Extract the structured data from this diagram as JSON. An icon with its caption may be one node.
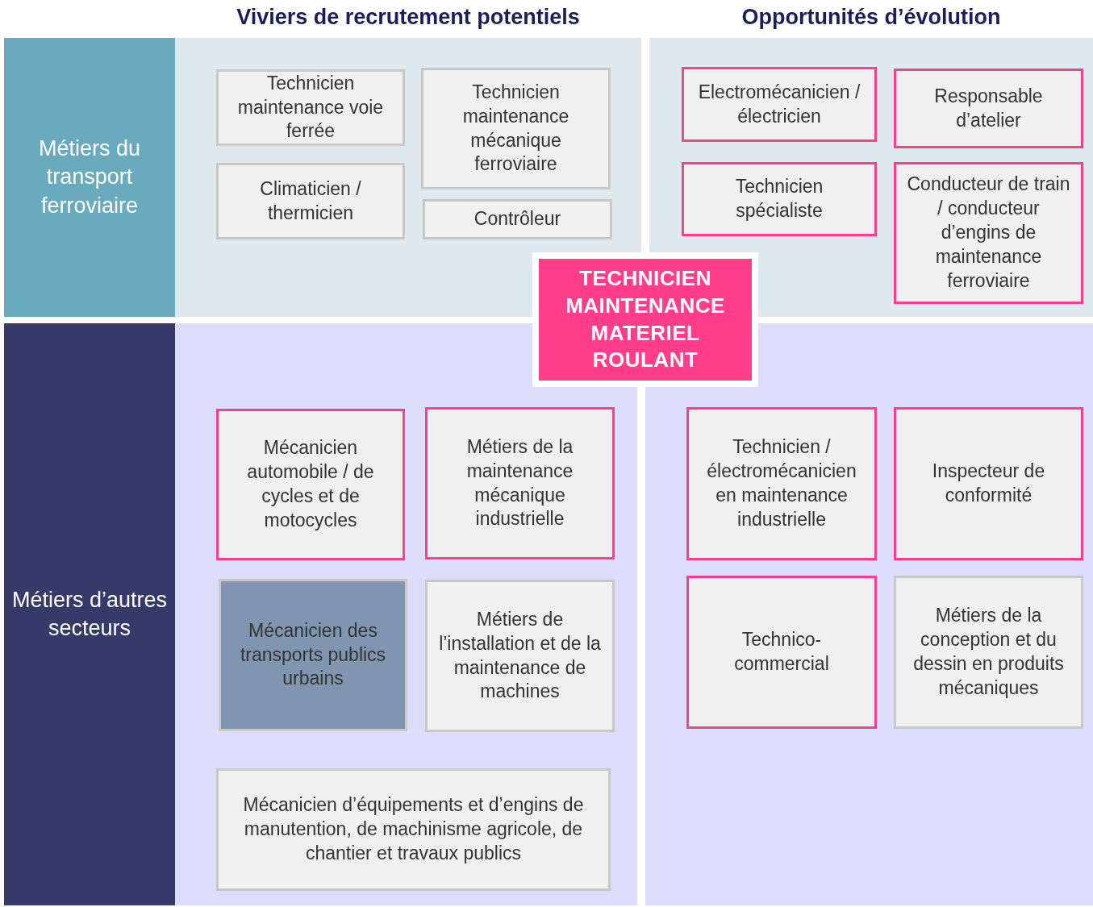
{
  "diagram": {
    "nodes": [
      {
        "text": [
          "Métiers du transport ferroviaire"
        ]
      },
      {
        "text": [
          "Métiers d’autres secteurs"
        ]
      },
      {
        "text": [
          "TECHNICIEN MAINTENANCE MATERIEL ROULANT"
        ]
      },
      {
        "text": [
          "Technicien maintenance voie ferrée"
        ]
      },
      {
        "text": [
          "Technicien maintenance mécanique ferroviaire"
        ]
      },
      {
        "text": [
          "Climaticien / thermicien"
        ]
      },
      {
        "text": [
          "Contrôleur"
        ]
      },
      {
        "text": [
          "Electromécanicien / électricien"
        ]
      },
      {
        "text": [
          "Responsable d’atelier"
        ]
      },
      {
        "text": [
          "Technicien spécialiste"
        ]
      },
      {
        "text": [
          "Conducteur de train / conducteur d’engins de maintenance ferroviaire"
        ]
      },
      {
        "text": [
          "Mécanicien automobile / de cycles et de motocycles"
        ]
      },
      {
        "text": [
          "Métiers de la maintenance mécanique industrielle"
        ]
      },
      {
        "text": [
          "Mécanicien des transports publics urbains"
        ]
      },
      {
        "text": [
          "Métiers de l’installation et de la maintenance de machines"
        ]
      },
      {
        "text": [
          "Mécanicien d’équipements et d’engins de manutention, de machinisme agricole, de chantier et travaux publics"
        ]
      },
      {
        "text": [
          "Technicien / électromécanicien en maintenance industrielle"
        ]
      },
      {
        "text": [
          "Inspecteur de conformité"
        ]
      },
      {
        "text": [
          "Technico-commercial"
        ]
      },
      {
        "text": [
          "Métiers de la conception et du dessin en produits mécaniques"
        ]
      }
    ],
    "edges": [],
    "labels": [
      "Viviers de recrutement potentiels",
      "Opportunités d’évolution"
    ]
  }
}
